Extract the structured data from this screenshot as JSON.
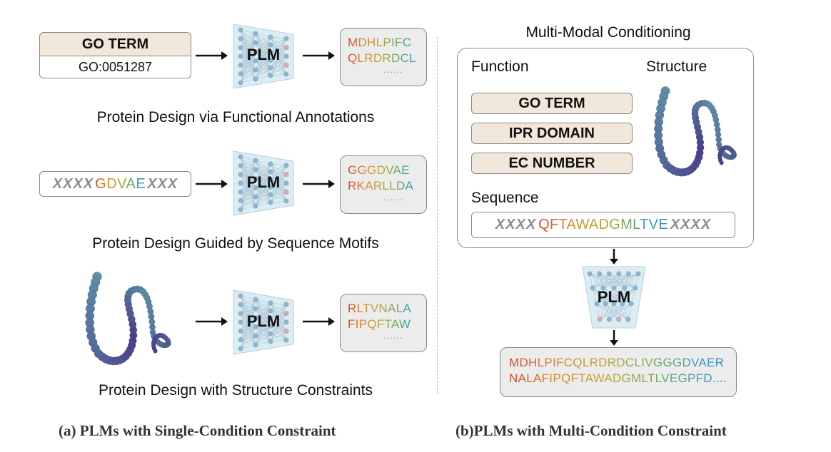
{
  "left": {
    "row1": {
      "go_header": "GO TERM",
      "go_value": "GO:0051287",
      "model_label": "PLM",
      "output_line1": "MDHLPIFC",
      "output_line2": "QLRDRDCL",
      "output_ellipsis": "......",
      "caption": "Protein Design via Functional Annotations"
    },
    "row2": {
      "motif_prefix": "XXXX",
      "motif_core": "GDVAE",
      "motif_suffix": "XXX",
      "model_label": "PLM",
      "output_line1": "GGGDVAE",
      "output_line2": "RKARLLDA",
      "output_ellipsis": "......",
      "caption": "Protein Design Guided by Sequence Motifs"
    },
    "row3": {
      "model_label": "PLM",
      "output_line1": "RLTVNALA",
      "output_line2": "FIPQFTAW",
      "output_ellipsis": "......",
      "caption": "Protein Design with Structure Constraints"
    },
    "subtitle": "(a) PLMs with Single-Condition Constraint"
  },
  "right": {
    "title": "Multi-Modal Conditioning",
    "function_label": "Function",
    "structure_label": "Structure",
    "function_items": [
      "GO TERM",
      "IPR DOMAIN",
      "EC NUMBER"
    ],
    "sequence_label": "Sequence",
    "seq_prefix": "XXXX",
    "seq_core": "QFTAWADGMLTVE",
    "seq_suffix": "XXXX",
    "model_label": "PLM",
    "output_line1": "MDHLPIFCQLRDRDCLIVGGGDVAER",
    "output_line2": "NALAFIPQFTAWADGMLTLVEGPFD......",
    "subtitle": "(b)PLMs with Multi-Condition Constraint"
  },
  "colors": {
    "beige": "#f1e7da",
    "output_box": "#ececec",
    "plm_fill": "#dcecf3",
    "node": "#8fb4cf",
    "node_accent": "#e7a5a5",
    "structure_dark": "#4a3f8c",
    "structure_light": "#5e8ea8"
  }
}
